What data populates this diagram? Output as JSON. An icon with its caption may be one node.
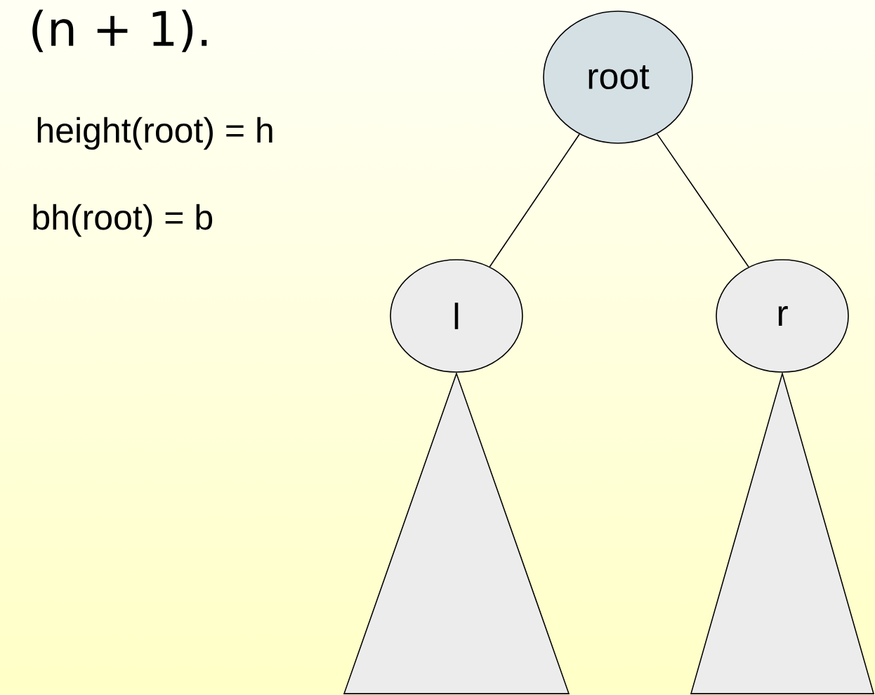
{
  "diagram": {
    "nodes": [
      {
        "text": [
          "root"
        ]
      },
      {
        "text": [
          "l"
        ]
      },
      {
        "text": [
          "r"
        ]
      },
      {
        "text": [],
        "shape": "triangle"
      },
      {
        "text": [],
        "shape": "triangle"
      }
    ],
    "edges": [
      {
        "from": 0,
        "to": 1,
        "arrow": "none"
      },
      {
        "from": 0,
        "to": 2,
        "arrow": "none"
      }
    ],
    "labels": [
      "(n + 1).",
      "height(root) = h",
      "bh(root) = b"
    ]
  }
}
